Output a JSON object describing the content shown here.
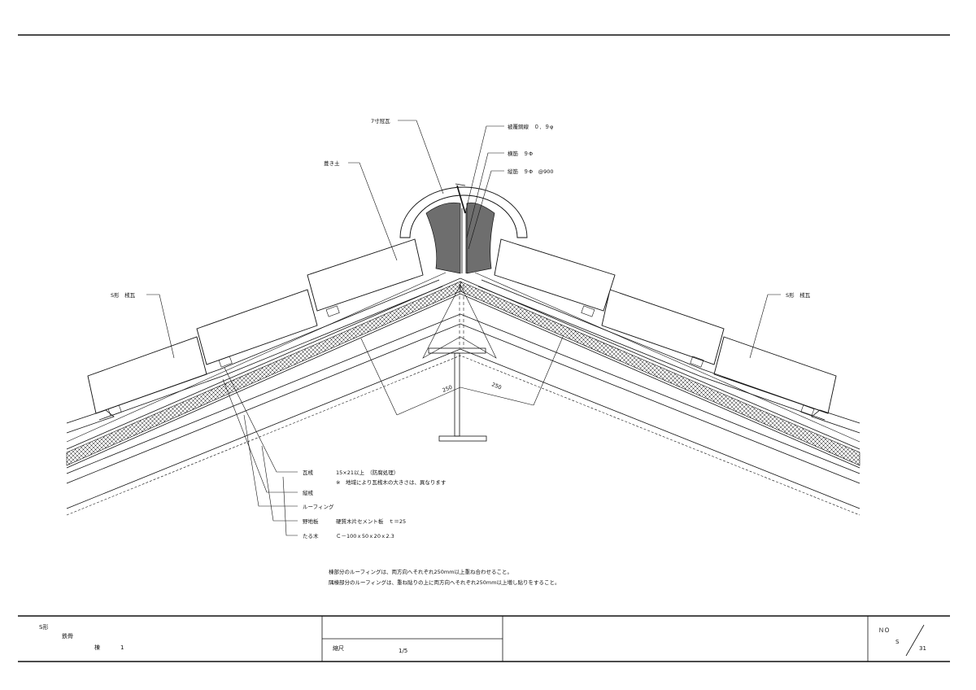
{
  "labels": {
    "ridge_tile": "7寸冠瓦",
    "copper_wire": "被覆銅線　０．９φ",
    "horizontal_rebar": "横筋　９Φ",
    "vertical_rebar": "縦筋　９Φ　@900",
    "mortar": "葺き土",
    "tile_left": "S形　桟瓦",
    "tile_right": "S形　桟瓦",
    "batten": "瓦桟",
    "batten_spec": "15×21以上　（防腐処理）",
    "batten_note": "※　地域により瓦桟木の大きさは、異なります",
    "counter_batten": "縦桟",
    "roofing": "ルーフィング",
    "sheathing": "野地板",
    "sheathing_spec": "硬質木片セメント板　ｔ＝25",
    "rafter": "たる木",
    "rafter_spec": "Ｃ－100ｘ50ｘ20ｘ2.3",
    "dim_left": "250",
    "dim_right": "250"
  },
  "notes": [
    "棟部分のルーフィングは、両方向へそれぞれ250mm以上重ね合わせること。",
    "隅棟部分のルーフィングは、重ね貼りの上に両方向へそれぞれ250mm以上増し貼りをすること。"
  ],
  "title_block": {
    "type": "S形",
    "structure": "鉄骨",
    "part": "棟",
    "part_no": "1",
    "scale_label": "縮尺",
    "scale_value": "1/5",
    "no_label": "ＮＯ",
    "no_series": "S",
    "no_number": "31"
  },
  "colors": {
    "ink": "#111111",
    "mortar_fill": "#6e6e6e",
    "paper": "#ffffff"
  }
}
